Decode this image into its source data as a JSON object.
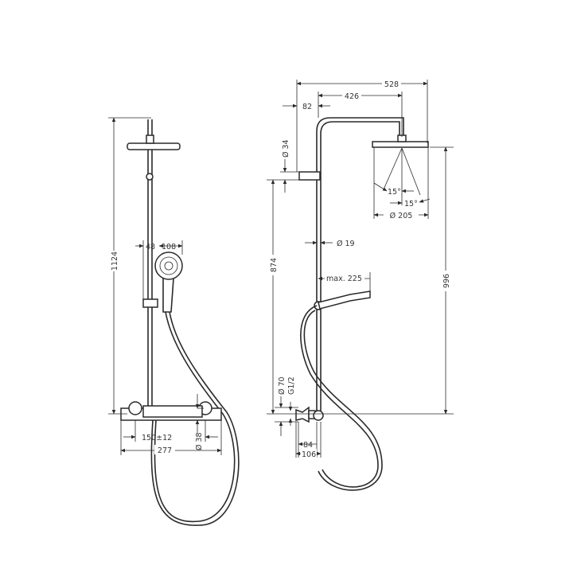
{
  "left_view": {
    "height_total": "1124",
    "handshower_offset": "48",
    "handshower_diameter": "108",
    "valve_centers": "150±12",
    "valve_width": "277",
    "valve_diameter": "Ø 38"
  },
  "right_view": {
    "overall_width": "528",
    "arm_reach": "426",
    "wall_offset": "82",
    "bracket_diameter": "Ø 34",
    "column_height": "874",
    "head_height": "996",
    "pipe_diameter": "Ø 19",
    "handshower_reach": "max. 225",
    "angle_left": "15°",
    "angle_right": "15°",
    "head_diameter": "Ø 205",
    "escutcheon_diameter": "Ø 70",
    "thread": "G1/2",
    "inlet_offset_1": "84",
    "inlet_offset_2": "106"
  }
}
